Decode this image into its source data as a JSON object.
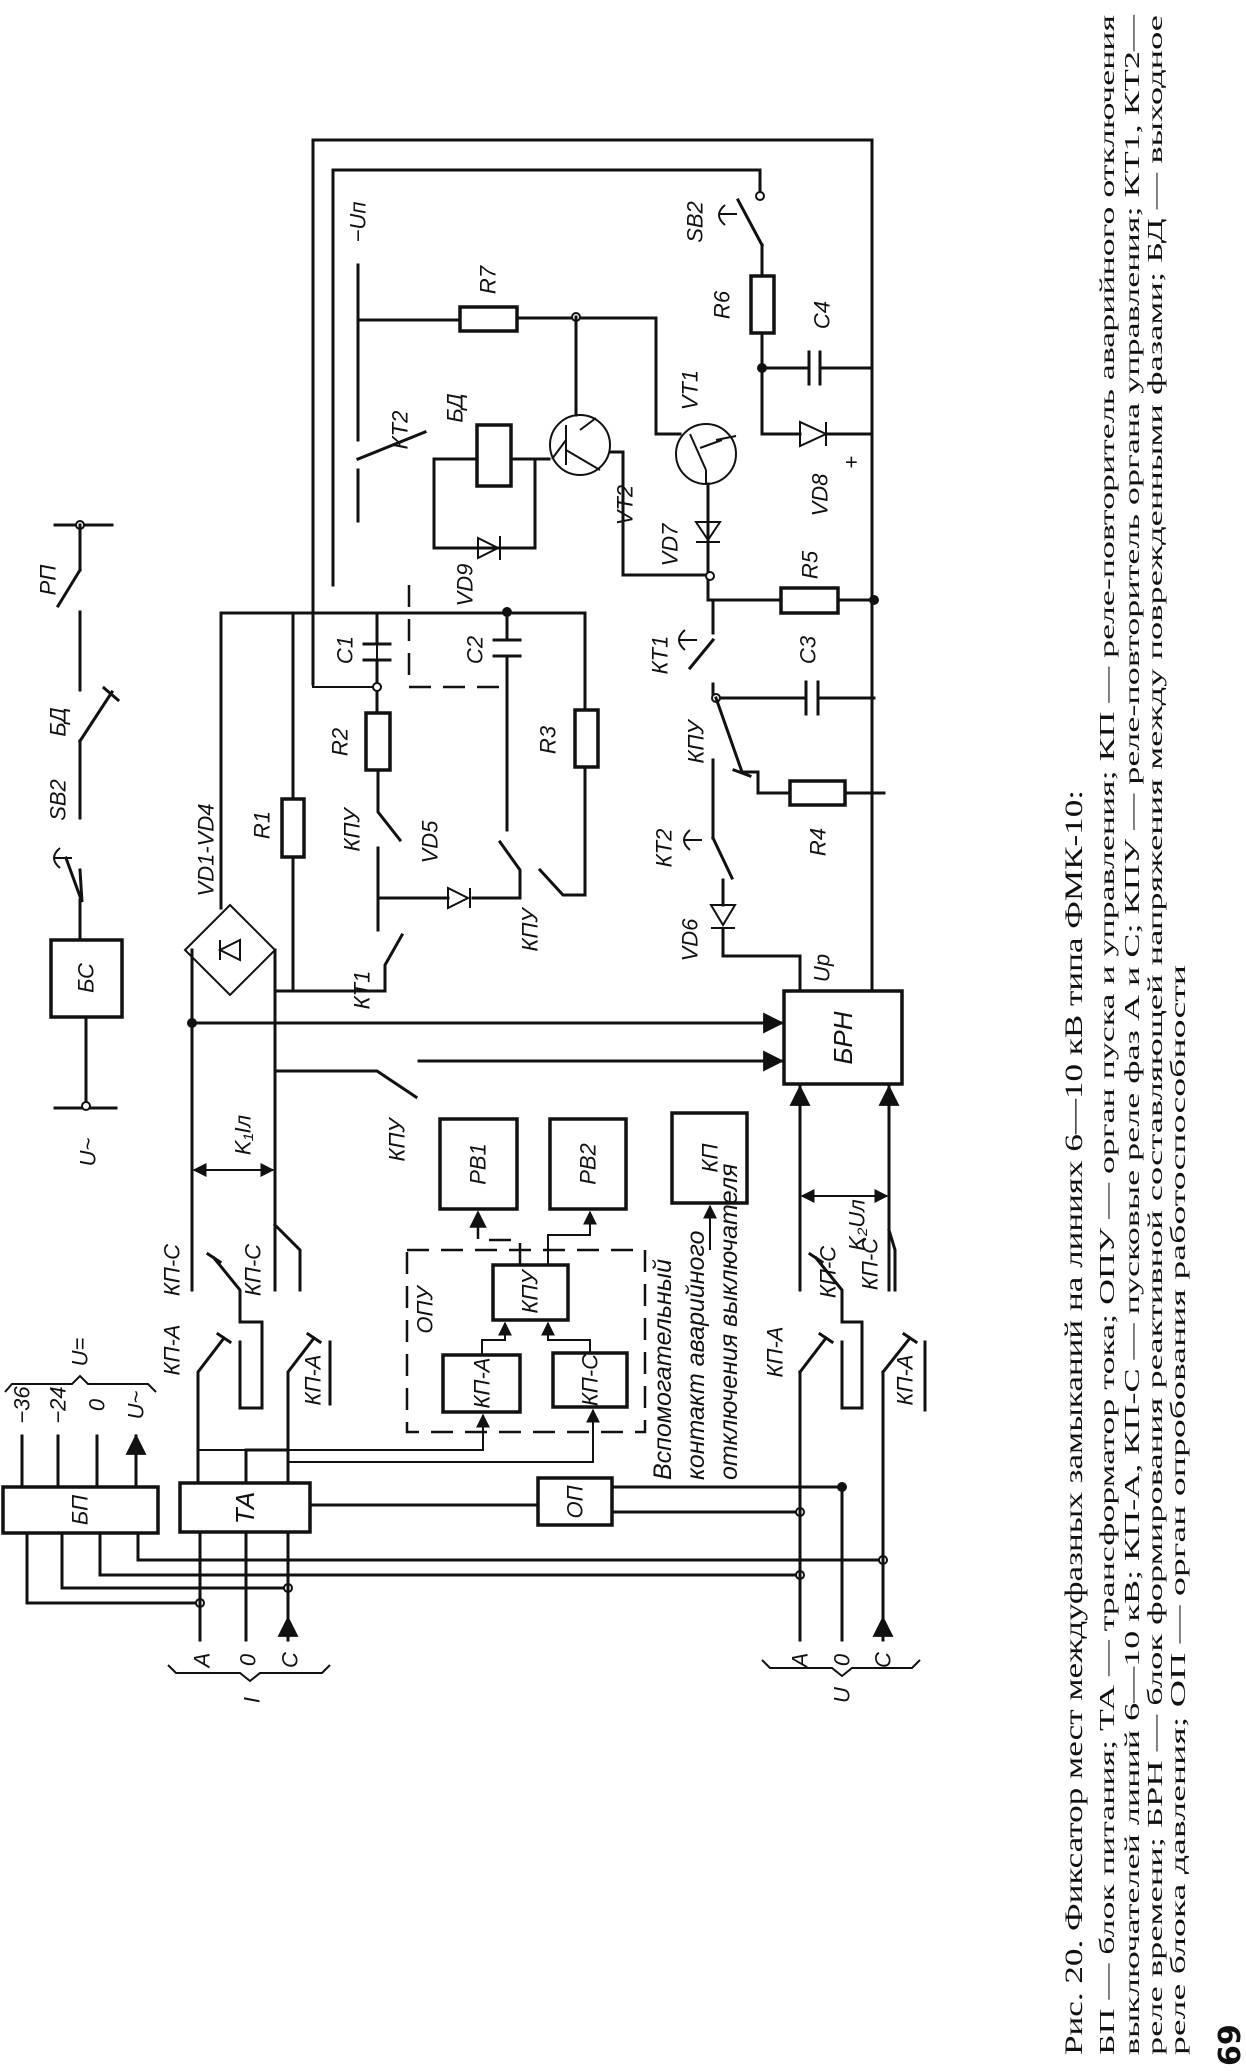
{
  "caption": {
    "lines": [
      "Рис. 20. Фиксатор мест междуфазных замыканий на линиях 6—10 кВ типа ФМК-10:",
      "БП — блок питания; ТА — трансформатор тока; ОПУ — орган пуска и управления; КП — реле-повторитель аварийного отключения",
      "выключателей линий 6—10 кВ; КП-А, КП-С — пусковые реле фаз А и С; КПУ — реле-повторитель органа управления; КТ1, КТ2—",
      "реле времени; БРН — блок формирования реактивной составляющей напряжения между поврежденными фазами; БД — выходное",
      "реле блока давления; ОП — орган опробования работоспособности"
    ]
  },
  "page_number": "69",
  "diagram": {
    "supply": {
      "u_ac": "U~",
      "rp": "РП",
      "bd": "БД",
      "sb2": "SB2",
      "bs": "БС"
    },
    "bridge": {
      "vd1_vd4": "VD1-VD4",
      "r1": "R1",
      "r2": "R2",
      "r3": "R3",
      "c1": "C1",
      "c2": "C2",
      "kt1": "КТ1",
      "kpu1": "КПУ",
      "kpu2": "КПУ",
      "vd5": "VD5"
    },
    "output_stage": {
      "un": "−Uп",
      "r7": "R7",
      "kt2": "КТ2",
      "bd": "БД",
      "vd9": "VD9",
      "vt2": "VT2",
      "vt1": "VT1",
      "vd7": "VD7",
      "sb2": "SB2",
      "r6": "R6",
      "c4": "C4",
      "vd8": "VD8",
      "plus": "+",
      "r5": "R5",
      "kt1": "КТ1",
      "c3": "C3",
      "kpu": "КПУ",
      "kt2b": "КТ2",
      "r4": "R4",
      "vd6": "VD6",
      "up": "Uр"
    },
    "blocks": {
      "brn": "БРН",
      "rb1": "РВ1",
      "rb2": "РВ2",
      "kp": "КП",
      "opu": "ОПУ",
      "kpu": "КПУ",
      "kp_a": "КП-А",
      "kp_c": "КП-С",
      "op": "ОП",
      "bp": "БП",
      "ta": "ТА",
      "kpu_switch": "КПУ",
      "k1il": "K₁Iл",
      "k2ul": "K₂Uл"
    },
    "note": [
      "Вспомогательный",
      "контакт аварийного",
      "отключения выключателя"
    ],
    "bp_outputs": {
      "o1": "−36",
      "o2": "−24",
      "o3": "0",
      "o4": "U~",
      "group": "U="
    },
    "current_inputs": {
      "a": "A",
      "zero": "0",
      "c": "C",
      "group": "I",
      "contacts": [
        "КП-А",
        "КП-С",
        "КП-С",
        "КП-А"
      ]
    },
    "voltage_inputs": {
      "a": "A",
      "zero": "0",
      "c": "C",
      "group": "U",
      "contacts": [
        "КП-А",
        "КП-С",
        "КП-С",
        "КП-А"
      ]
    }
  }
}
